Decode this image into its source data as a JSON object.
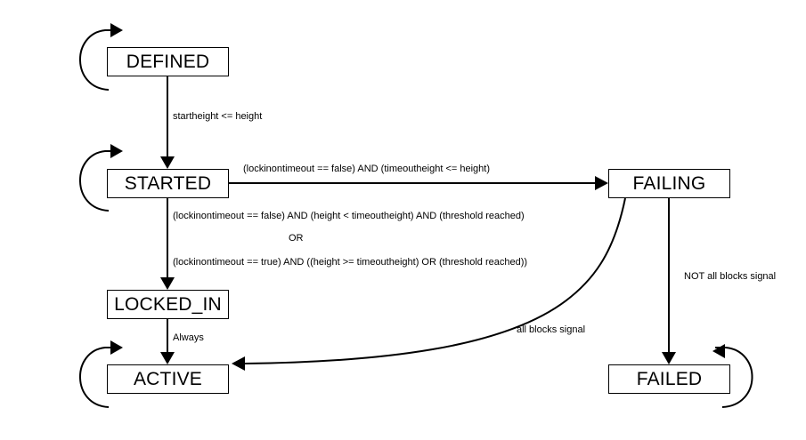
{
  "diagram": {
    "states": {
      "defined": "DEFINED",
      "started": "STARTED",
      "failing": "FAILING",
      "locked_in": "LOCKED_IN",
      "active": "ACTIVE",
      "failed": "FAILED"
    },
    "transitions": {
      "defined_to_started": "startheight <= height",
      "started_to_failing": "(lockinontimeout == false) AND (timeoutheight <= height)",
      "started_to_locked_in_line1": "(lockinontimeout == false) AND (height < timeoutheight) AND (threshold reached)",
      "started_to_locked_in_or": "OR",
      "started_to_locked_in_line2": "(lockinontimeout == true) AND ((height >= timeoutheight) OR (threshold reached))",
      "locked_in_to_active": "Always",
      "failing_to_active": "all blocks signal",
      "failing_to_failed": "NOT all blocks signal"
    },
    "colors": {
      "stroke": "#000000",
      "background": "#ffffff"
    }
  }
}
